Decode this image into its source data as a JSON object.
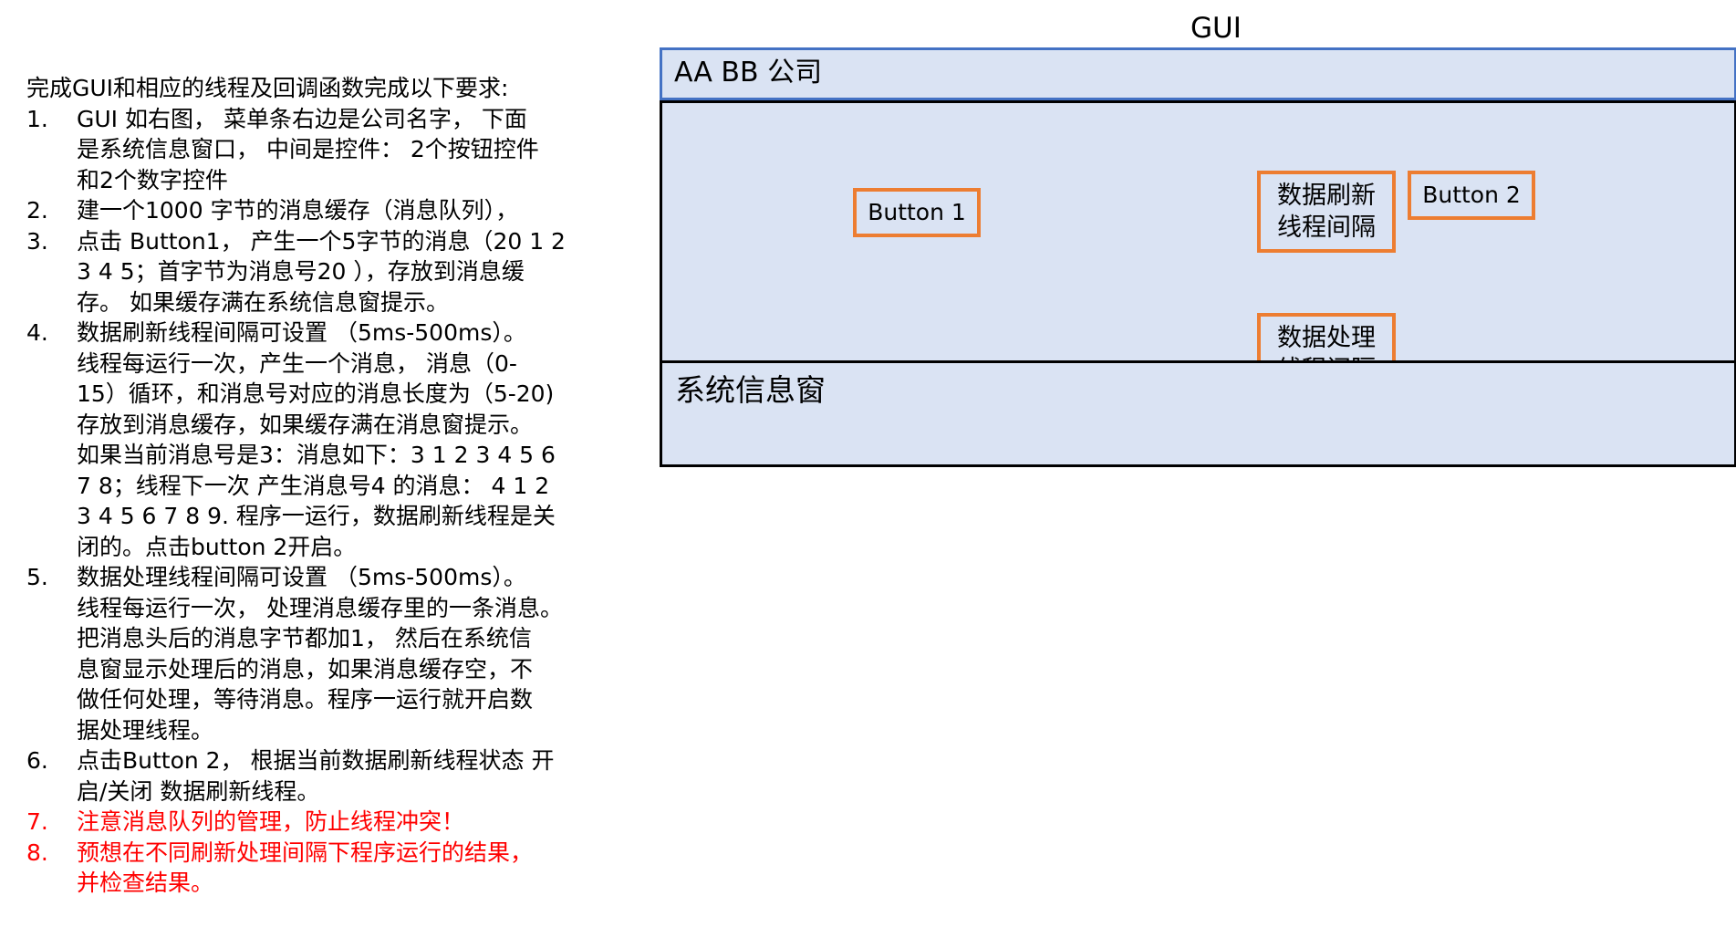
{
  "requirements": {
    "intro": "完成GUI和相应的线程及回调函数完成以下要求:",
    "items": [
      {
        "num": "1.",
        "color": "#000000",
        "lines": [
          "GUI 如右图， 菜单条右边是公司名字， 下面",
          "是系统信息窗口， 中间是控件： 2个按钮控件",
          "和2个数字控件"
        ]
      },
      {
        "num": "2.",
        "color": "#000000",
        "lines": [
          "建一个1000 字节的消息缓存（消息队列），"
        ]
      },
      {
        "num": "3.",
        "color": "#000000",
        "lines": [
          "点击 Button1， 产生一个5字节的消息（20 1 2",
          "3 4 5；首字节为消息号20 ），存放到消息缓",
          "存。 如果缓存满在系统信息窗提示。"
        ]
      },
      {
        "num": "4.",
        "color": "#000000",
        "lines": [
          "数据刷新线程间隔可设置 （5ms-500ms）。",
          "线程每运行一次，产生一个消息， 消息（0-",
          "15）循环，和消息号对应的消息长度为（5-20)",
          "存放到消息缓存，如果缓存满在消息窗提示。",
          "如果当前消息号是3：消息如下：3 1 2 3 4 5 6",
          "7 8；线程下一次 产生消息号4 的消息： 4 1 2",
          "3 4 5 6 7 8 9. 程序一运行，数据刷新线程是关",
          "闭的。点击button 2开启。"
        ]
      },
      {
        "num": "5.",
        "color": "#000000",
        "lines": [
          "数据处理线程间隔可设置 （5ms-500ms）。",
          "线程每运行一次， 处理消息缓存里的一条消息。",
          "把消息头后的消息字节都加1， 然后在系统信",
          "息窗显示处理后的消息，如果消息缓存空，不",
          "做任何处理，等待消息。程序一运行就开启数",
          "据处理线程。"
        ]
      },
      {
        "num": "6.",
        "color": "#000000",
        "lines": [
          "点击Button 2， 根据当前数据刷新线程状态 开",
          "启/关闭 数据刷新线程。"
        ]
      },
      {
        "num": "7.",
        "color": "#ff0000",
        "lines": [
          "注意消息队列的管理，防止线程冲突！"
        ]
      },
      {
        "num": "8.",
        "color": "#ff0000",
        "lines": [
          "预想在不同刷新处理间隔下程序运行的结果，",
          "并检查结果。"
        ]
      }
    ]
  },
  "gui": {
    "title": "GUI",
    "menu_bar": {
      "company_name": "AA BB 公司"
    },
    "controls": {
      "button_1_label": "Button 1",
      "button_2_label": "Button 2",
      "refresh_interval_lines": [
        "数据刷新",
        "线程间隔"
      ],
      "process_interval_lines": [
        "数据处理",
        "线程间隔"
      ]
    },
    "info_window": {
      "title": "系统信息窗"
    }
  },
  "colors": {
    "panel_fill": "#dae3f3",
    "menu_border": "#4472c4",
    "control_border": "#ed7d31",
    "highlight_text": "#ff0000"
  }
}
